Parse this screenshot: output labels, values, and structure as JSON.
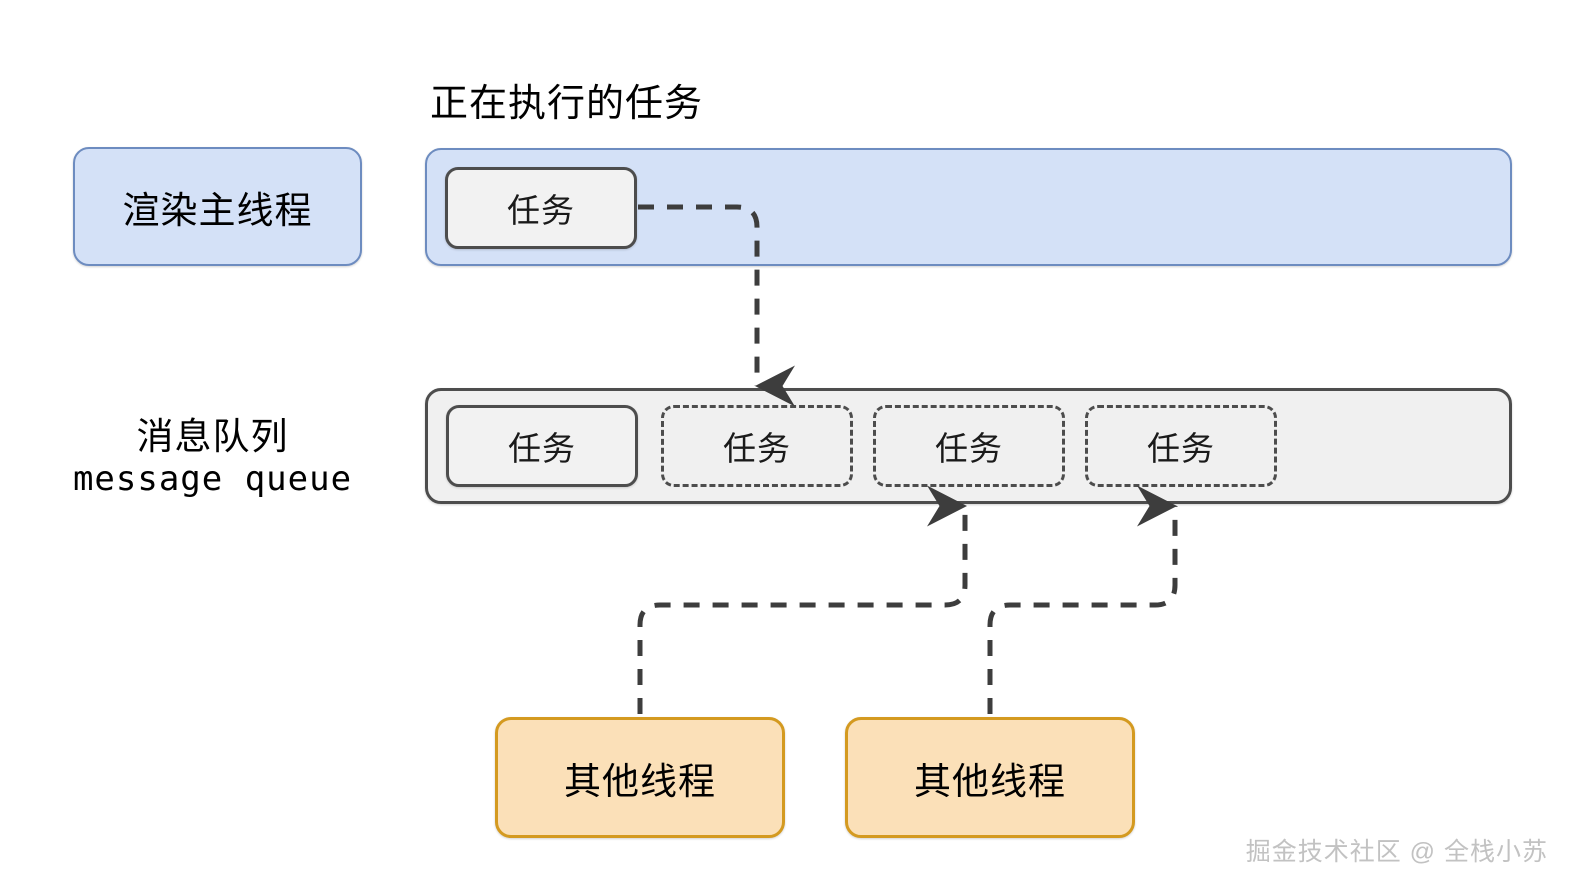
{
  "diagram": {
    "title": "正在执行的任务",
    "watermark": "掘金技术社区 @ 全栈小苏",
    "colors": {
      "thread_fill": "#d4e1f7",
      "thread_border": "#6d8cc0",
      "queue_fill": "#f0f0f0",
      "queue_border": "#4d4d4d",
      "task_fill": "#f2f2f2",
      "task_border": "#4d4d4d",
      "worker_fill": "#fbe0b8",
      "worker_border": "#d49a20",
      "arrow": "#3d3d3d",
      "watermark": "#c2c2c2"
    }
  },
  "labels": {
    "render_thread": "渲染主线程",
    "message_queue_cn": "消息队列",
    "message_queue_en": "message queue"
  },
  "main_thread": {
    "box_label": "渲染主线程",
    "lane_tasks": [
      {
        "label": "任务",
        "style": "solid"
      }
    ]
  },
  "message_queue": {
    "label_cn": "消息队列",
    "label_en": "message queue",
    "tasks": [
      {
        "label": "任务",
        "style": "solid"
      },
      {
        "label": "任务",
        "style": "dashed"
      },
      {
        "label": "任务",
        "style": "dashed"
      },
      {
        "label": "任务",
        "style": "dashed"
      }
    ]
  },
  "workers": [
    {
      "label": "其他线程"
    },
    {
      "label": "其他线程"
    }
  ],
  "arrows": [
    {
      "from": "main-thread-task",
      "to": "queue-task-2",
      "style": "dashed",
      "head": "down"
    },
    {
      "from": "worker-thread-1",
      "to": "queue-task-3",
      "style": "dashed",
      "head": "up"
    },
    {
      "from": "worker-thread-2",
      "to": "queue-task-4",
      "style": "dashed",
      "head": "up"
    }
  ]
}
